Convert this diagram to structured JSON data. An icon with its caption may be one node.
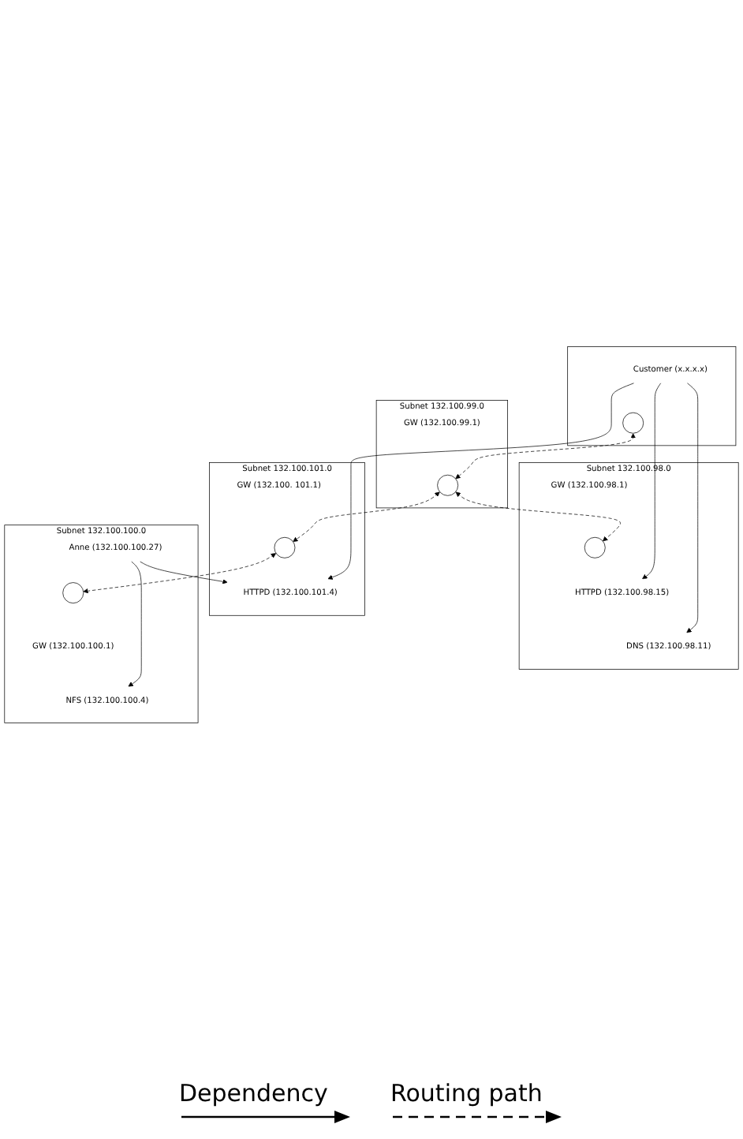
{
  "diagram": {
    "nodes": [
      {
        "text": [],
        "shape": "box"
      },
      {
        "text": [
          "Customer (x.x.x.x)"
        ],
        "in": 0
      },
      {
        "text": [],
        "shape": "circle",
        "in": 0
      },
      {
        "text": [
          "Subnet 132.100.99.0"
        ]
      },
      {
        "text": [
          "GW (132.100.99.1)"
        ],
        "in": 3
      },
      {
        "text": [],
        "shape": "circle",
        "in": 3
      },
      {
        "text": [
          "Subnet 132.100.98.0"
        ]
      },
      {
        "text": [
          "GW (132.100.98.1)"
        ],
        "in": 6
      },
      {
        "text": [],
        "shape": "circle",
        "in": 6
      },
      {
        "text": [
          "HTTPD (132.100.98.15)"
        ],
        "in": 6
      },
      {
        "text": [
          "DNS (132.100.98.11)"
        ],
        "in": 6
      },
      {
        "text": [
          "Subnet 132.100.101.0"
        ]
      },
      {
        "text": [
          "GW (132.100. 101.1)"
        ],
        "in": 11
      },
      {
        "text": [],
        "shape": "circle",
        "in": 11
      },
      {
        "text": [
          "HTTPD (132.100.101.4)"
        ],
        "in": 11
      },
      {
        "text": [
          "Subnet 132.100.100.0"
        ]
      },
      {
        "text": [
          "Anne (132.100.100.27)"
        ],
        "in": 15
      },
      {
        "text": [],
        "shape": "circle",
        "in": 15
      },
      {
        "text": [
          "GW (132.100.100.1)"
        ],
        "in": 15
      },
      {
        "text": [
          "NFS (132.100.100.4)"
        ],
        "in": 15
      }
    ],
    "edges": [
      {
        "from": 1,
        "to": 9,
        "arrow": "to"
      },
      {
        "from": 1,
        "to": 10,
        "arrow": "to"
      },
      {
        "from": 1,
        "to": 14,
        "arrow": "to"
      },
      {
        "from": 16,
        "to": 14,
        "arrow": "to"
      },
      {
        "from": 16,
        "to": 19,
        "arrow": "to"
      },
      {
        "from": 2,
        "to": 5,
        "arrow": "both",
        "style": "dashed"
      },
      {
        "from": 5,
        "to": 8,
        "arrow": "both",
        "style": "dashed"
      },
      {
        "from": 5,
        "to": 13,
        "arrow": "both",
        "style": "dashed"
      },
      {
        "from": 13,
        "to": 17,
        "arrow": "both",
        "style": "dashed"
      }
    ],
    "legend": [
      {
        "text": "Dependency"
      },
      {
        "text": "Routing path"
      }
    ]
  }
}
